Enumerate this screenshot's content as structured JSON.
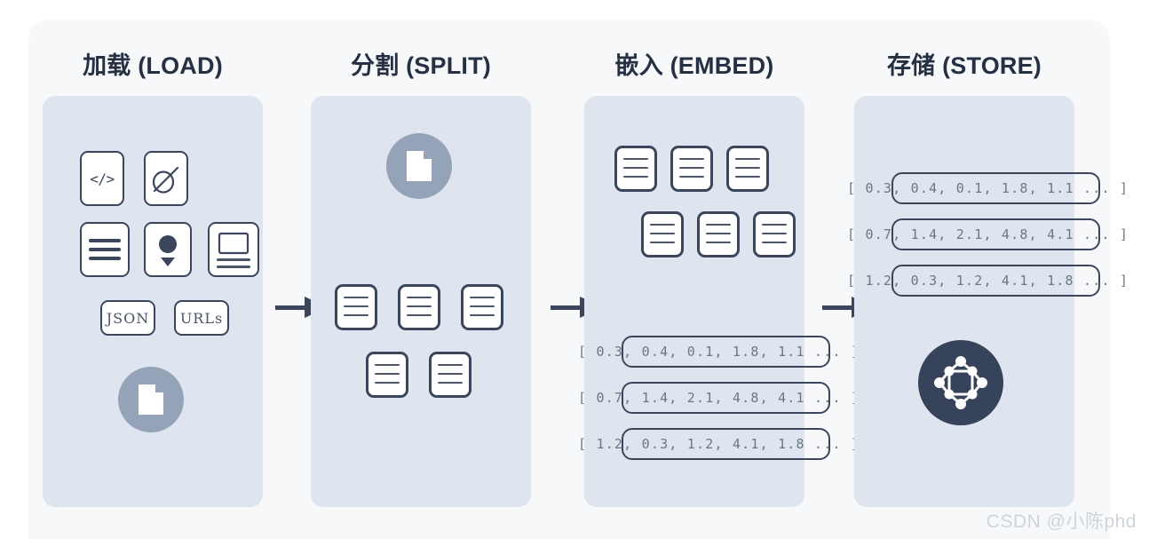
{
  "diagram": {
    "title_watermark": "CSDN @小陈phd",
    "columns": [
      {
        "id": "load",
        "title": "加载 (LOAD)",
        "icons": [
          {
            "name": "code-icon",
            "label": "</>"
          },
          {
            "name": "pen-slash-icon",
            "label": ""
          },
          {
            "name": "text-lines-icon",
            "label": ""
          },
          {
            "name": "audio-dot-icon",
            "label": ""
          },
          {
            "name": "monitor-icon",
            "label": ""
          }
        ],
        "chips": [
          {
            "name": "json-chip",
            "label": "JSON"
          },
          {
            "name": "urls-chip",
            "label": "URLs"
          }
        ],
        "document_badge": "document-icon"
      },
      {
        "id": "split",
        "title": "分割 (SPLIT)",
        "document_badge": "document-icon",
        "chunk_count": 5
      },
      {
        "id": "embed",
        "title": "嵌入 (EMBED)",
        "chunk_count": 6,
        "vectors": [
          "[ 0.3, 0.4, 0.1, 1.8, 1.1 ... ]",
          "[ 0.7, 1.4, 2.1, 4.8, 4.1 ... ]",
          "[ 1.2, 0.3, 1.2, 4.1, 1.8 ... ]"
        ]
      },
      {
        "id": "store",
        "title": "存储 (STORE)",
        "vectors": [
          "[ 0.3, 0.4, 0.1, 1.8, 1.1 ... ]",
          "[ 0.7, 1.4, 2.1, 4.8, 4.1 ... ]",
          "[ 1.2, 0.3, 1.2, 4.1, 1.8 ... ]"
        ],
        "database_badge": "vector-database-icon"
      }
    ],
    "arrows": [
      {
        "name": "arrow-load-to-split"
      },
      {
        "name": "arrow-split-to-embed"
      },
      {
        "name": "arrow-embed-to-store"
      }
    ],
    "colors": {
      "page_background": "#ffffff",
      "card_background": "#f7f8fa",
      "panel_background": "#dfe5ee",
      "ink": "#263043",
      "stroke": "#3b465c",
      "muted_text": "#6b7687",
      "badge_gray": "#94a3b8",
      "badge_dark": "#36435a",
      "watermark": "#cfd4dc"
    }
  }
}
